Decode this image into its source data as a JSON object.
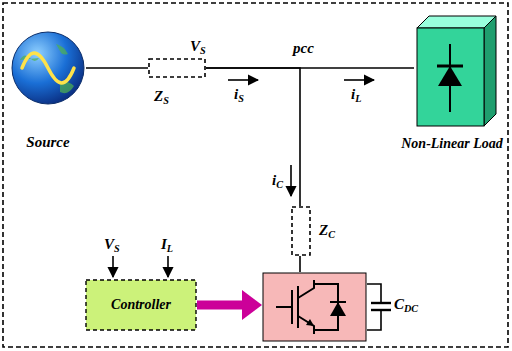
{
  "diagram": {
    "nodes": [
      {
        "text": [
          "Source"
        ]
      },
      {
        "text": [
          "ZS"
        ]
      },
      {
        "text": [
          "Non-Linear Load"
        ]
      },
      {
        "text": [
          "ZC"
        ]
      },
      {
        "text": [
          "Controller"
        ]
      },
      {
        "text": [
          "CDC"
        ]
      }
    ],
    "edges": [
      {
        "from": 0,
        "to": 1,
        "arrow": "none"
      },
      {
        "from": 1,
        "to": 2,
        "arrow": "none"
      },
      {
        "from": 1,
        "to": 3,
        "arrow": "none"
      },
      {
        "from": 3,
        "to": 5,
        "arrow": "none"
      },
      {
        "from": 4,
        "to": 5,
        "arrow": "to"
      }
    ],
    "labels": [
      "VS",
      "pcc",
      "iS",
      "iL",
      "iC",
      "VS",
      "IL"
    ]
  }
}
